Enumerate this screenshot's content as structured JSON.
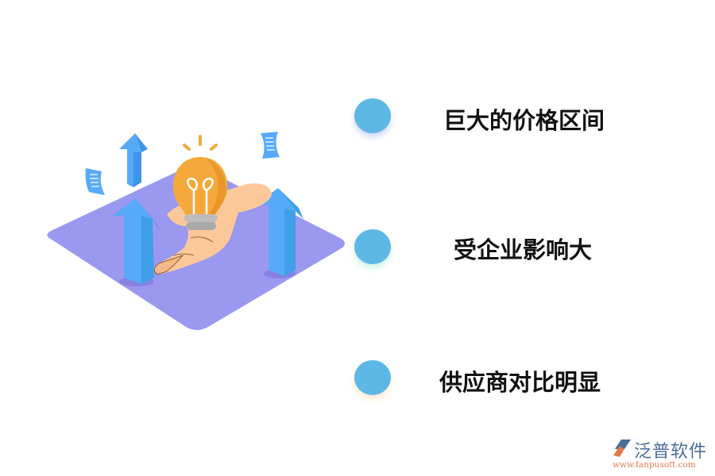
{
  "items": [
    {
      "label": "巨大的价格区间"
    },
    {
      "label": "受企业影响大"
    },
    {
      "label": "供应商对比明显"
    }
  ],
  "logo": {
    "name": "泛普软件",
    "url": "www.fanpusoft.com"
  },
  "colors": {
    "dot": "#5db8e6",
    "platform": "#9a98ef",
    "arrow": "#57aaf8",
    "bulb": "#f4a93a",
    "hand": "#fcc89a",
    "logo_text": "#4a6d9a",
    "logo_url": "#e07b4e"
  },
  "illustration": {
    "icons": [
      "platform-icon",
      "arrow-up-icon",
      "lightbulb-icon",
      "hand-icon",
      "document-icon"
    ]
  }
}
